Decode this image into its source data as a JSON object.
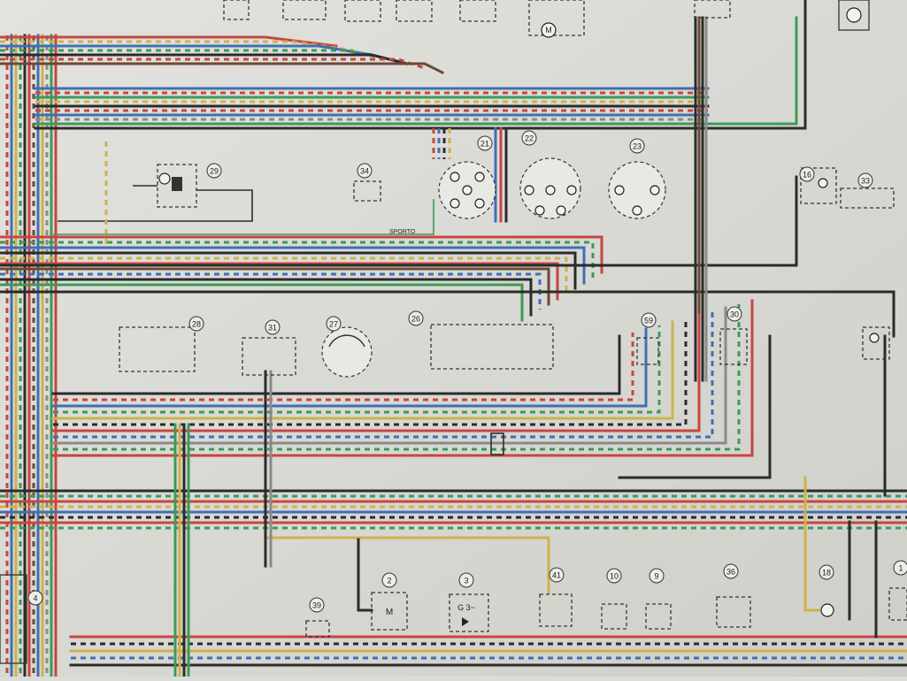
{
  "diagram": {
    "wire_colors": {
      "black": "#2b2b2b",
      "red": "#c8463e",
      "blue": "#3f6fb5",
      "green": "#3d9a56",
      "yellow": "#cdb24a",
      "brown": "#6b4a35",
      "white": "#f0f0ea",
      "grey": "#8a8a88",
      "teal": "#4aa6a6"
    },
    "labels": {
      "sporto": "SPORTO"
    },
    "components": [
      {
        "id": "c1",
        "number": "1"
      },
      {
        "id": "c2",
        "number": "2",
        "symbol": "M"
      },
      {
        "id": "c3",
        "number": "3",
        "symbol": "G 3~"
      },
      {
        "id": "c4",
        "number": "4"
      },
      {
        "id": "c9",
        "number": "9"
      },
      {
        "id": "c10",
        "number": "10"
      },
      {
        "id": "c16",
        "number": "16"
      },
      {
        "id": "c18",
        "number": "18"
      },
      {
        "id": "c21",
        "number": "21"
      },
      {
        "id": "c22",
        "number": "22"
      },
      {
        "id": "c23",
        "number": "23"
      },
      {
        "id": "c26",
        "number": "26"
      },
      {
        "id": "c27",
        "number": "27"
      },
      {
        "id": "c28",
        "number": "28"
      },
      {
        "id": "c29",
        "number": "29"
      },
      {
        "id": "c30",
        "number": "30"
      },
      {
        "id": "c31",
        "number": "31"
      },
      {
        "id": "c33",
        "number": "33"
      },
      {
        "id": "c34",
        "number": "34"
      },
      {
        "id": "c36",
        "number": "36"
      },
      {
        "id": "c39",
        "number": "39"
      },
      {
        "id": "c41",
        "number": "41"
      },
      {
        "id": "c59",
        "number": "59"
      },
      {
        "id": "wiper-motor",
        "symbol": "M"
      }
    ]
  }
}
